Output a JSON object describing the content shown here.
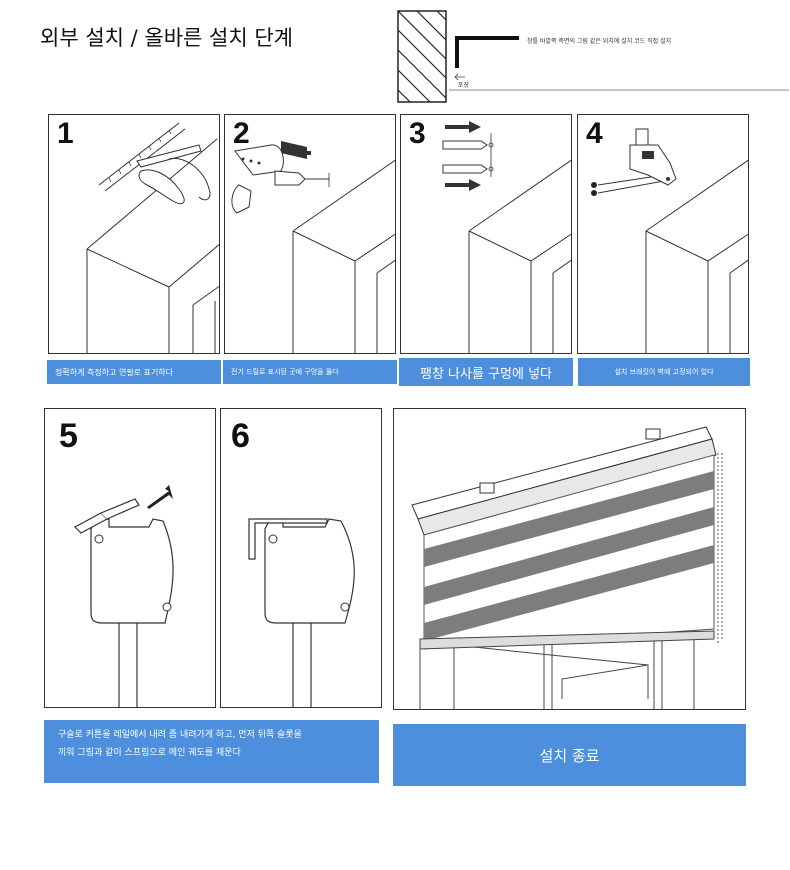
{
  "page": {
    "title": "외부 설치 / 올바른 설치 단계",
    "top_note": "창틀 바깥쪽 측면의 그림 같은 위치에 설치 코드 직접 설치",
    "wall_label": "포장"
  },
  "steps": [
    {
      "number": "1",
      "caption": "정확하게 측정하고 연필로 표기하다"
    },
    {
      "number": "2",
      "caption": "전기 드릴로 표시된 곳에 구멍을 뚫다"
    },
    {
      "number": "3",
      "caption": "팽창 나사를 구멍에 넣다"
    },
    {
      "number": "4",
      "caption": "설치 브래킷이 벽에 고정되어 있다"
    },
    {
      "number": "5",
      "caption": ""
    },
    {
      "number": "6",
      "caption": ""
    }
  ],
  "combined_caption": {
    "line1": "구슬로 커튼을 레일에서 내려 좀 내려가게 하고, 먼저 뒤쪽 슬롯을",
    "line2": "끼워 그림과 같이 스프링으로 메인 궤도를 채운다"
  },
  "finish_caption": "설치 종료",
  "colors": {
    "caption_blue": "#4d8fdc",
    "line": "#333333",
    "stripe": "#7d7d7d"
  }
}
